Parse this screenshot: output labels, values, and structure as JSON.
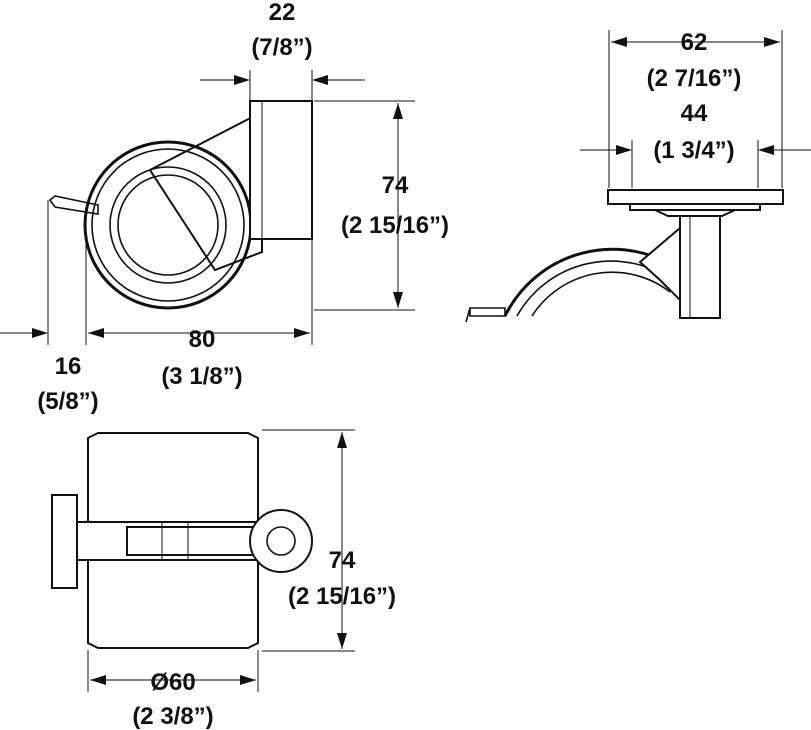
{
  "dimensions": {
    "side_top_width": {
      "metric": "22",
      "imperial": "(7/8”)"
    },
    "side_height": {
      "metric": "74",
      "imperial": "(2 15/16”)"
    },
    "side_length": {
      "metric": "80",
      "imperial": "(3 1/8”)"
    },
    "side_brake_offset": {
      "metric": "16",
      "imperial": "(5/8”)"
    },
    "plate_width": {
      "metric": "62",
      "imperial": "(2 7/16”)"
    },
    "plate_hole_spacing": {
      "metric": "44",
      "imperial": "(1 3/4”)"
    },
    "bottom_height": {
      "metric": "74",
      "imperial": "(2 15/16”)"
    },
    "wheel_diameter": {
      "metric": "Ø60",
      "imperial": "(2 3/8”)"
    }
  }
}
